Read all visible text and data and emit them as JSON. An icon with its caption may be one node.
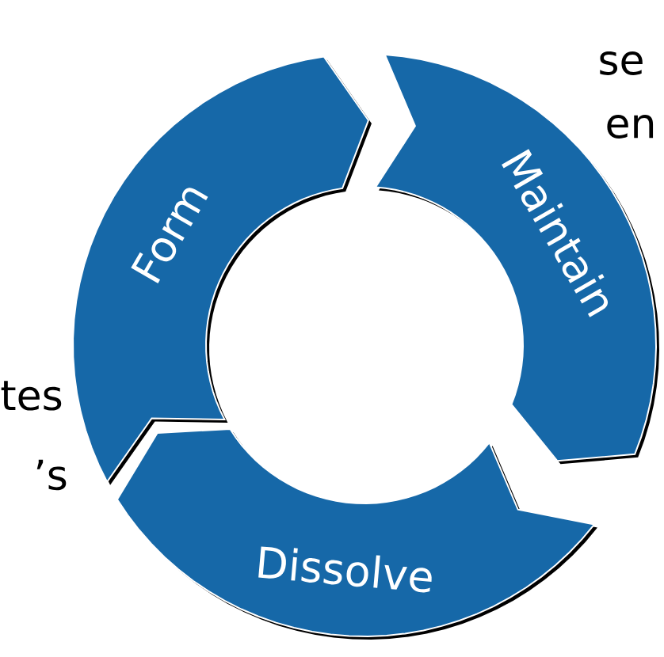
{
  "diagram": {
    "nodes": [
      {
        "text": [
          "Form"
        ]
      },
      {
        "text": [
          "Maintain"
        ]
      },
      {
        "text": [
          "Dissolve"
        ]
      }
    ],
    "labels": [
      "tes",
      "’s",
      "se",
      "en"
    ]
  }
}
